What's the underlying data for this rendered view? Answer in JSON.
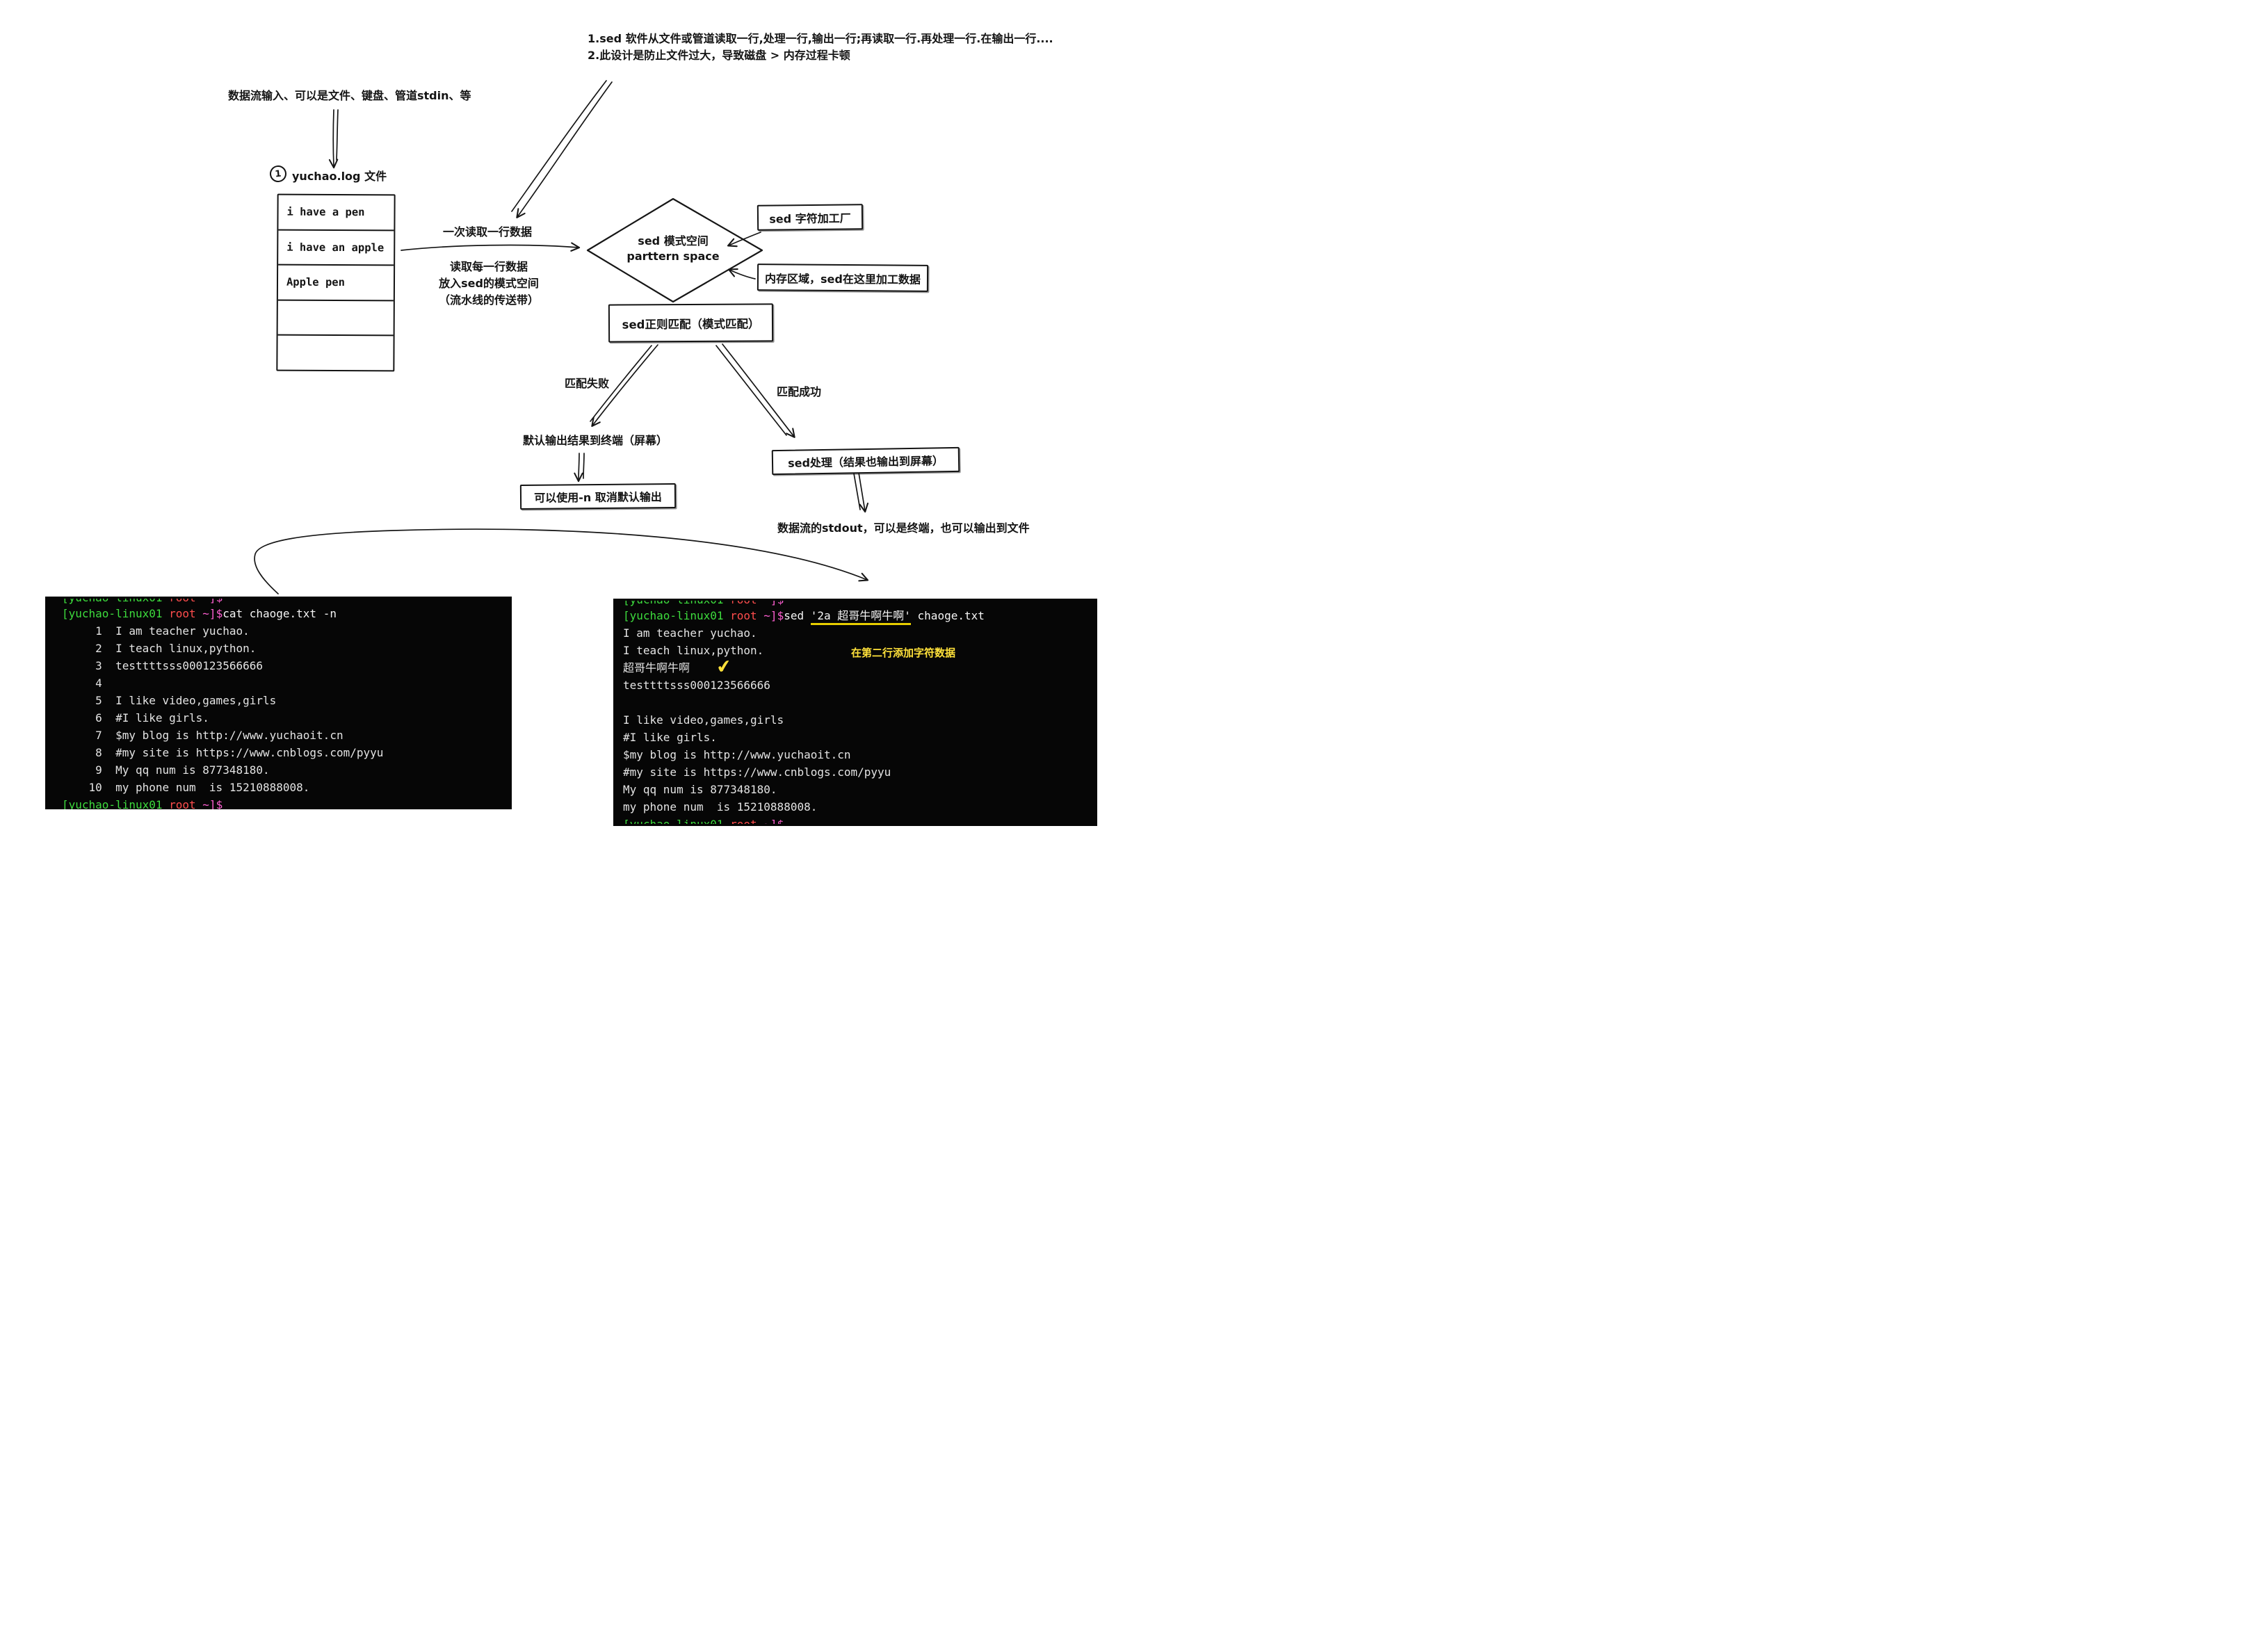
{
  "colors": {
    "ink": "#161616",
    "terminal_bg": "#060606",
    "prompt_host_green": "#3ddc3d",
    "prompt_user_red": "#ff4d4d",
    "prompt_symbol_pink": "#ff5fd2",
    "highlight_yellow": "#ffe13a"
  },
  "notes": {
    "top1": "1.sed 软件从文件或管道读取一行,处理一行,输出一行;再读取一行.再处理一行.在输出一行....",
    "top2": "2.此设计是防止文件过大，导致磁盘 > 内存过程卡顿",
    "input_stream": "数据流输入、可以是文件、键盘、管道stdin、等",
    "read_once": "一次读取一行数据",
    "read_lines_1": "读取每一行数据",
    "read_lines_2": "放入sed的模式空间",
    "read_lines_3": "（流水线的传送带）",
    "match_fail": "匹配失败",
    "match_success": "匹配成功",
    "default_output": "默认输出结果到终端（屏幕）",
    "stdout": "数据流的stdout，可以是终端，也可以输出到文件"
  },
  "file_box": {
    "badge": "1",
    "title": "yuchao.log 文件",
    "rows": [
      "i have a pen",
      "i have an apple",
      "Apple pen",
      "",
      ""
    ]
  },
  "diamond": {
    "line1": "sed 模式空间",
    "line2": "parttern space"
  },
  "boxes": {
    "factory": "sed 字符加工厂",
    "memory": "内存区域，sed在这里加工数据",
    "regex": "sed正则匹配（模式匹配）",
    "cancel_n": "可以使用-n 取消默认输出",
    "process": "sed处理（结果也输出到屏幕）"
  },
  "terminal_left": {
    "prompt_host": "[yuchao-linux01 ",
    "prompt_user": "root ",
    "prompt_tail": "~]$",
    "command": "cat chaoge.txt -n",
    "lines": [
      "     1  I am teacher yuchao.",
      "     2  I teach linux,python.",
      "     3  testtttsss000123566666",
      "     4",
      "     5  I like video,games,girls",
      "     6  #I like girls.",
      "     7  $my blog is http://www.yuchaoit.cn",
      "     8  #my site is https://www.cnblogs.com/pyyu",
      "     9  My qq num is 877348180.",
      "    10  my phone num  is 15210888008."
    ]
  },
  "terminal_right": {
    "prompt_host": "[yuchao-linux01 ",
    "prompt_user": "root ",
    "prompt_tail": "~]$",
    "cmd_sed": "sed ",
    "cmd_quote": "'2a 超哥牛啊牛啊'",
    "cmd_file": " chaoge.txt",
    "annotation": "在第二行添加字符数据",
    "check": "✔",
    "lines": [
      "I am teacher yuchao.",
      "I teach linux,python.",
      "超哥牛啊牛啊",
      "testtttsss000123566666",
      "",
      "I like video,games,girls",
      "#I like girls.",
      "$my blog is http://www.yuchaoit.cn",
      "#my site is https://www.cnblogs.com/pyyu",
      "My qq num is 877348180.",
      "my phone num  is 15210888008."
    ]
  }
}
